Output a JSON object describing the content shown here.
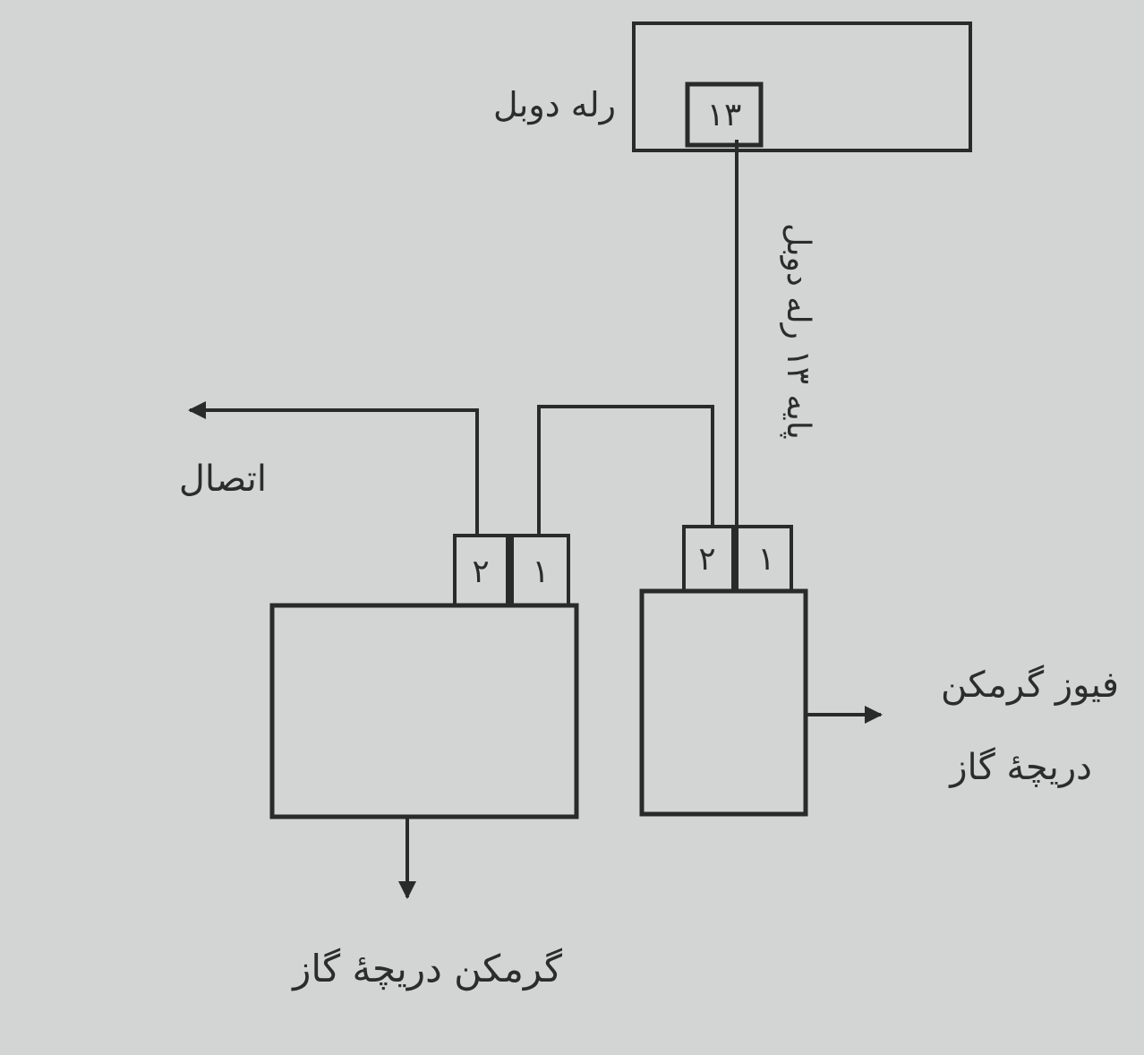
{
  "labels": {
    "relay": "رله دوبل",
    "relay_pin": "۱۳",
    "wire_label": "پایه ۱۳ رله دوبل",
    "ground": "اتصال",
    "fuse_line1": "فیوز گرمکن",
    "fuse_line2": "دریچهٔ گاز",
    "heater": "گرمکن دریچهٔ گاز"
  },
  "connectors": {
    "heater_pin_2": "۲",
    "heater_pin_1": "۱",
    "fuse_pin_2": "۲",
    "fuse_pin_1": "۱"
  },
  "colors": {
    "background": "#d3d4d4",
    "line": "#2a2a2a"
  }
}
